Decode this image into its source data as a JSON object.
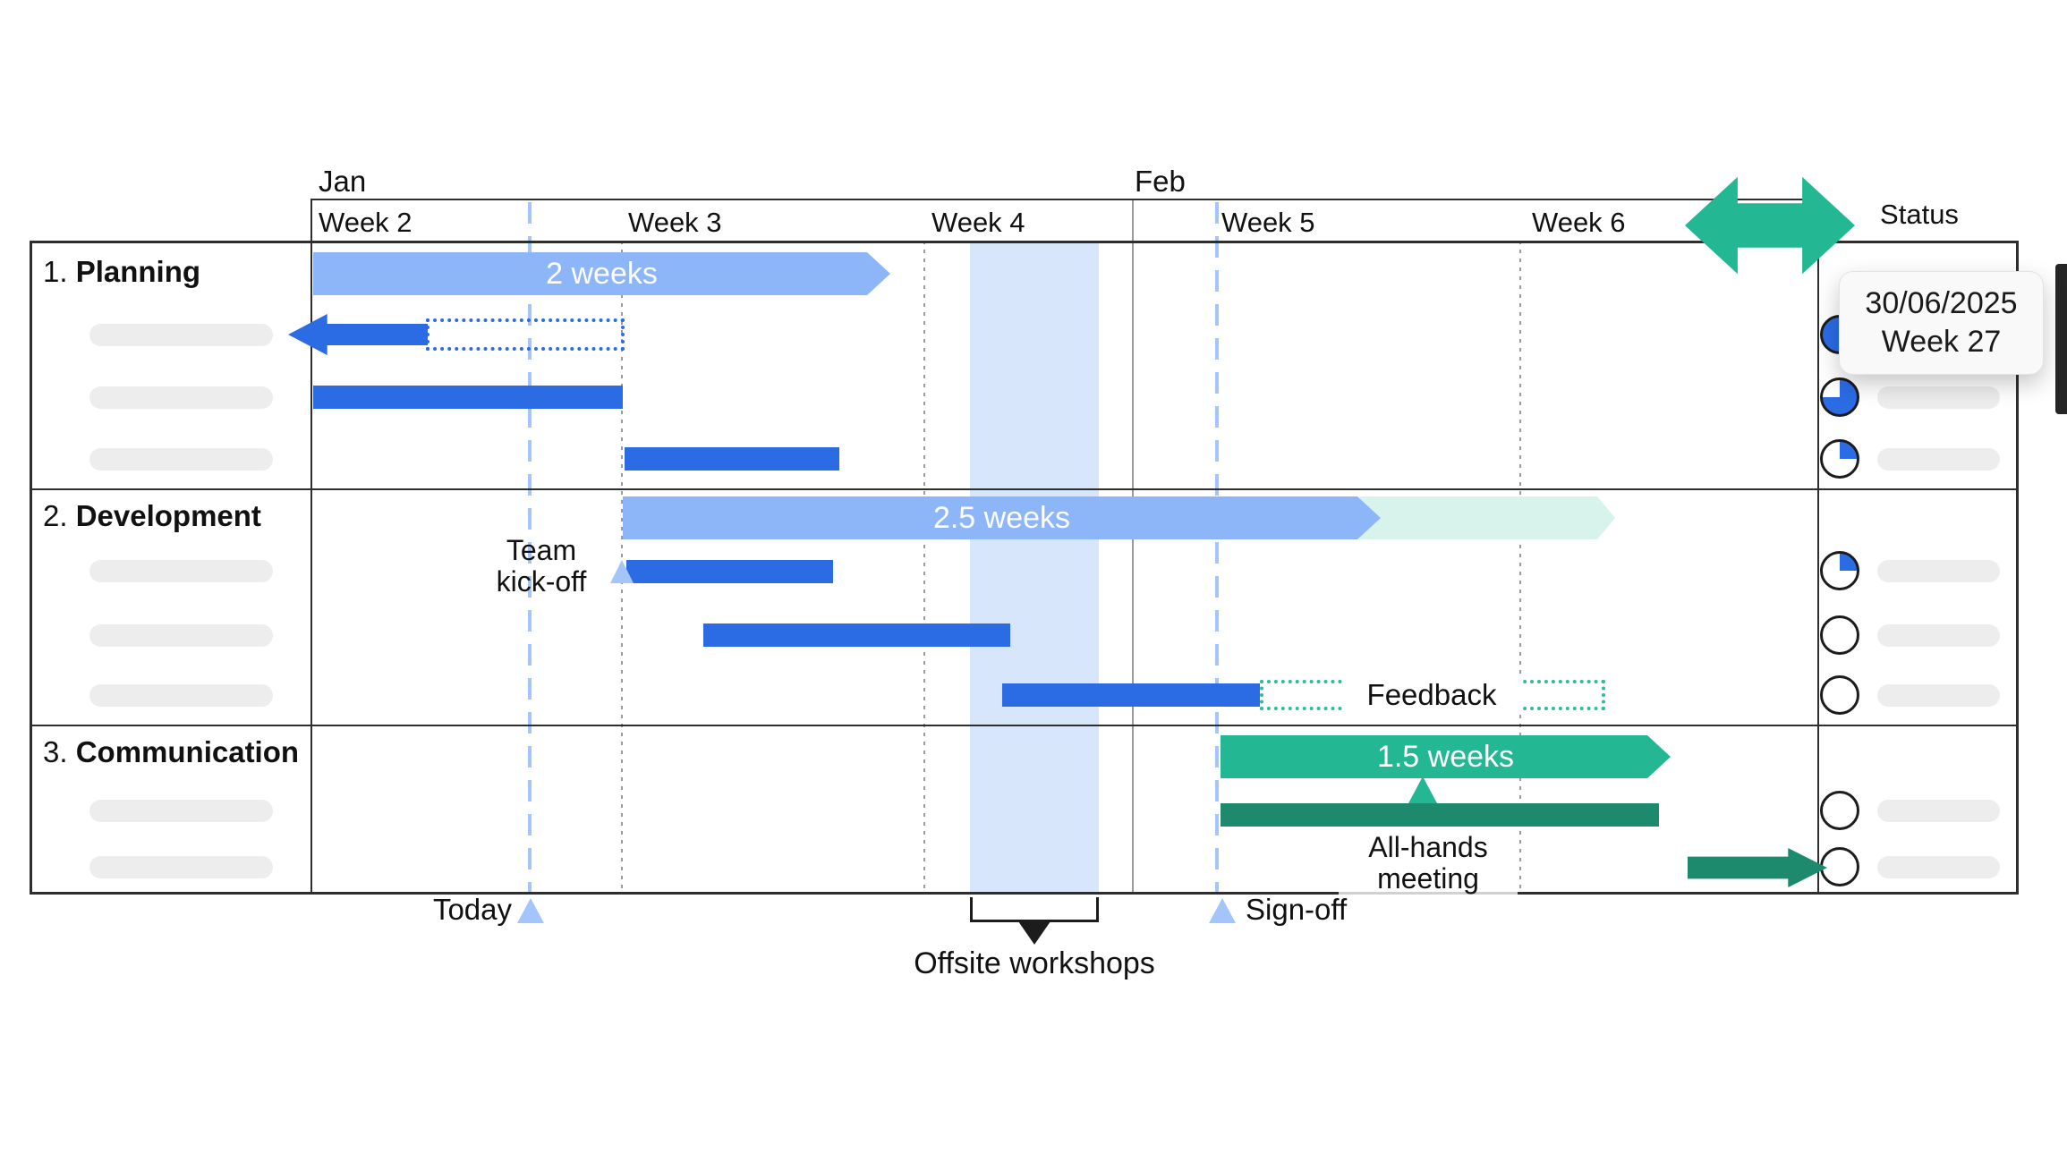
{
  "timeline": {
    "months": [
      "Jan",
      "Feb"
    ],
    "weeks": [
      "Week 2",
      "Week 3",
      "Week 4",
      "Week 5",
      "Week 6"
    ]
  },
  "status_column": {
    "label": "Status"
  },
  "sections": [
    {
      "number": "1.",
      "name": "Planning",
      "summary_label": "2 weeks",
      "progress": [
        100,
        75,
        25
      ]
    },
    {
      "number": "2.",
      "name": "Development",
      "summary_label": "2.5 weeks",
      "progress": [
        25,
        0,
        0
      ]
    },
    {
      "number": "3.",
      "name": "Communication",
      "summary_label": "1.5 weeks",
      "progress": [
        0,
        0
      ]
    }
  ],
  "annotations": {
    "today": "Today",
    "signoff": "Sign-off",
    "offsite": "Offsite workshops",
    "feedback": "Feedback",
    "team_kickoff_line1": "Team",
    "team_kickoff_line2": "kick-off",
    "allhands_line1": "All-hands",
    "allhands_line2": "meeting"
  },
  "tooltip": {
    "date": "30/06/2025",
    "week": "Week 27"
  },
  "colors": {
    "bar-light-blue": "#8db6f8",
    "bar-blue": "#2b6ce4",
    "soft-blue": "#a4c5f9",
    "pale-blue-band": "#d8e6fc",
    "mint": "#d8f3ec",
    "teal": "#23b793",
    "teal-dot": "#2cbd9a",
    "green-dark": "#1d8a6e",
    "pill-grey": "#ededed",
    "grid-grey": "#9b9b9b",
    "line-dark": "#2e2e2e",
    "tooltip-bg": "#f9f9f9",
    "edge-dark": "#262626",
    "text": "#111111"
  }
}
